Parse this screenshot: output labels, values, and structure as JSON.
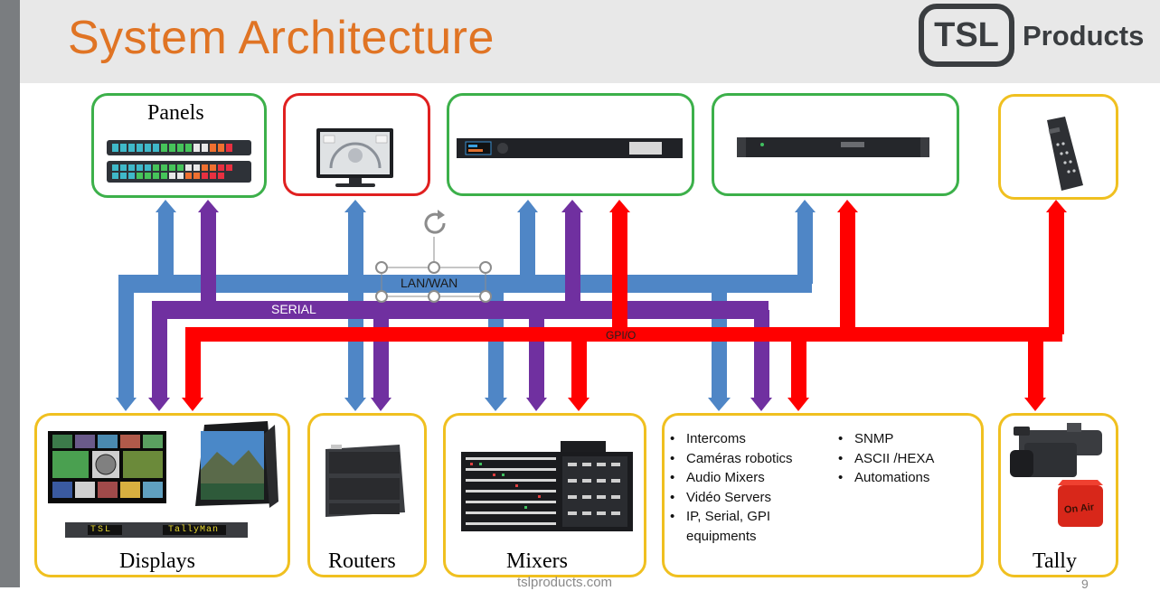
{
  "title": "System Architecture",
  "logo": {
    "mark": "TSL",
    "text": "Products"
  },
  "colors": {
    "title": "#e07424",
    "lan_bus": "#4f86c6",
    "serial_bus": "#7030a0",
    "gpio_bus": "#ff0000",
    "box_green": "#3cb04a",
    "box_red": "#e02020",
    "box_yellow": "#f0c020"
  },
  "top_boxes": [
    {
      "id": "panels",
      "label": "Panels",
      "image": "control-panels-icon"
    },
    {
      "id": "monitor",
      "label": "",
      "image": "monitor-icon"
    },
    {
      "id": "rack1",
      "label": "",
      "image": "rack-unit-icon"
    },
    {
      "id": "rack2",
      "label": "",
      "image": "rack-unit-icon"
    },
    {
      "id": "remote",
      "label": "",
      "image": "remote-panel-icon"
    }
  ],
  "bottom_boxes": [
    {
      "id": "displays",
      "label": "Displays",
      "image": "multiviewer-display-icon"
    },
    {
      "id": "routers",
      "label": "Routers",
      "image": "router-frame-icon"
    },
    {
      "id": "mixers",
      "label": "Mixers",
      "image": "vision-mixer-icon"
    },
    {
      "id": "tally",
      "label": "Tally",
      "image": "camera-tally-icon"
    }
  ],
  "tally_light_text": "On Air",
  "tally_strip": {
    "left": "TSL",
    "right": "TallyMan"
  },
  "buses": {
    "lan": "LAN/WAN",
    "serial": "SERIAL",
    "gpio": "GPI/O"
  },
  "devices_list_1": [
    "Intercoms",
    "Caméras robotics",
    "Audio Mixers",
    "Vidéo Servers",
    "IP, Serial, GPI equipments"
  ],
  "devices_list_2": [
    "SNMP",
    "ASCII /HEXA",
    "Automations"
  ],
  "footer": "tslproducts.com",
  "page_number": "9"
}
